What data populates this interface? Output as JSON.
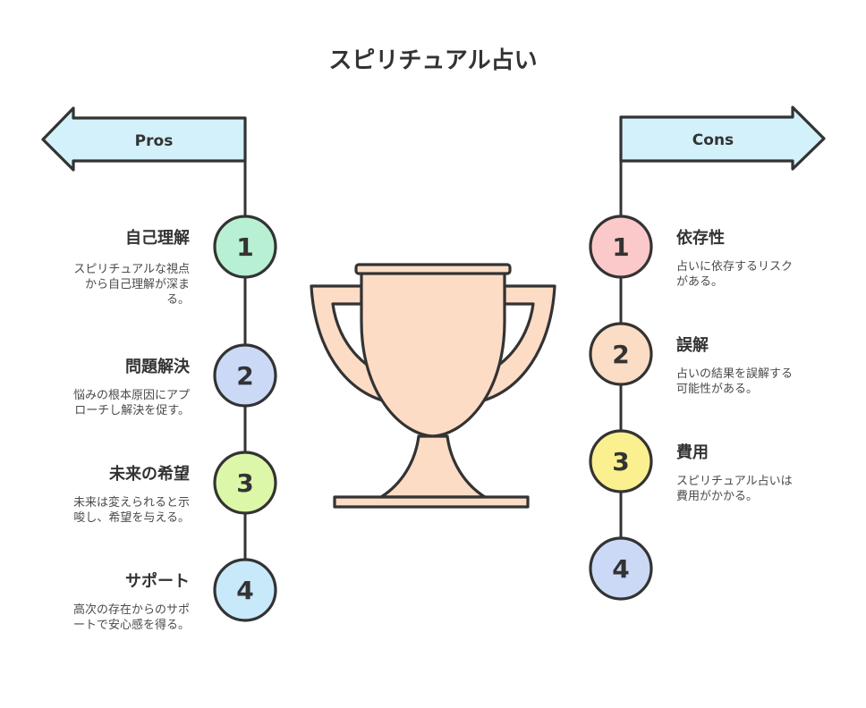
{
  "title": "スピリチュアル占い",
  "pros": {
    "label": "Pros",
    "items": [
      {
        "num": "1",
        "title": "自己理解",
        "lines": [
          "スピリチュアルな視点",
          "から自己理解が深ま",
          "る。"
        ],
        "color": "#b7f0d3"
      },
      {
        "num": "2",
        "title": "問題解決",
        "lines": [
          "悩みの根本原因にアプ",
          "ローチし解決を促す。"
        ],
        "color": "#cbd9f7"
      },
      {
        "num": "3",
        "title": "未来の希望",
        "lines": [
          "未来は変えられると示",
          "唆し、希望を与える。"
        ],
        "color": "#dcf7a8"
      },
      {
        "num": "4",
        "title": "サポート",
        "lines": [
          "高次の存在からのサポ",
          "ートで安心感を得る。"
        ],
        "color": "#c7e9fa"
      }
    ]
  },
  "cons": {
    "label": "Cons",
    "items": [
      {
        "num": "1",
        "title": "依存性",
        "lines": [
          "占いに依存するリスク",
          "がある。"
        ],
        "color": "#fcc9cb"
      },
      {
        "num": "2",
        "title": "誤解",
        "lines": [
          "占いの結果を誤解する",
          "可能性がある。"
        ],
        "color": "#fbdcc4"
      },
      {
        "num": "3",
        "title": "費用",
        "lines": [
          "スピリチュアル占いは",
          "費用がかかる。"
        ],
        "color": "#faf08f"
      },
      {
        "num": "4",
        "title": "",
        "lines": [],
        "color": "#cbd9f7"
      }
    ]
  },
  "colors": {
    "banner": "#d3f1fb",
    "trophy": "#fddcc6",
    "stroke": "#333333"
  },
  "icons": {
    "center": "trophy-icon",
    "pros_banner": "left-arrow-banner-icon",
    "cons_banner": "right-arrow-banner-icon"
  }
}
